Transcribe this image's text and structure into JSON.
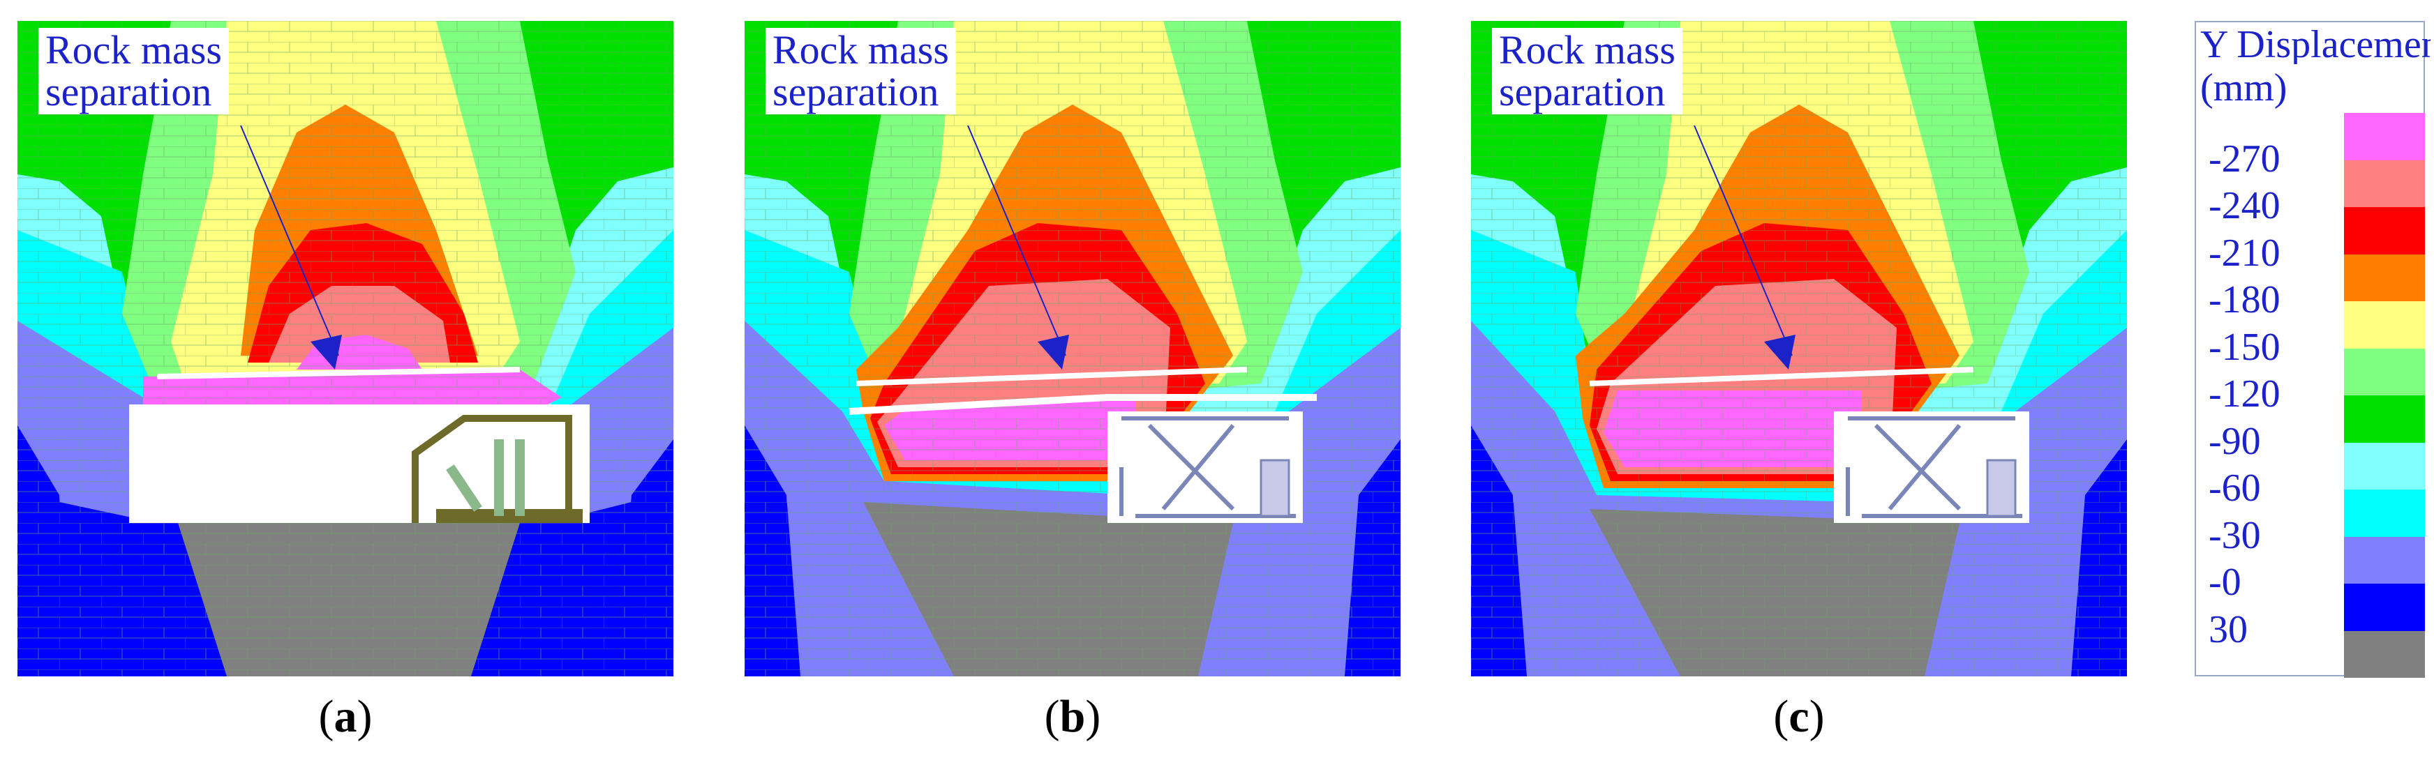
{
  "panels": [
    {
      "annotation": [
        "Rock mass",
        "separation"
      ],
      "caption_letter": "a",
      "support": "fixed"
    },
    {
      "annotation": [
        "Rock mass",
        "separation"
      ],
      "caption_letter": "b",
      "support": "hydraulic"
    },
    {
      "annotation": [
        "Rock mass",
        "separation"
      ],
      "caption_letter": "c",
      "support": "hydraulic"
    }
  ],
  "legend": {
    "title": "Y Displacement",
    "unit": "(mm)",
    "labels": [
      "-270",
      "-240",
      "-210",
      "-180",
      "-150",
      "-120",
      "-90",
      "-60",
      "-30",
      "-0",
      "30"
    ],
    "colors": [
      "#ff66ff",
      "#ff8080",
      "#ff0000",
      "#ff8000",
      "#ffff80",
      "#80ff80",
      "#00e000",
      "#80ffff",
      "#00ffff",
      "#8080ff",
      "#0000ff",
      "#808080"
    ]
  }
}
